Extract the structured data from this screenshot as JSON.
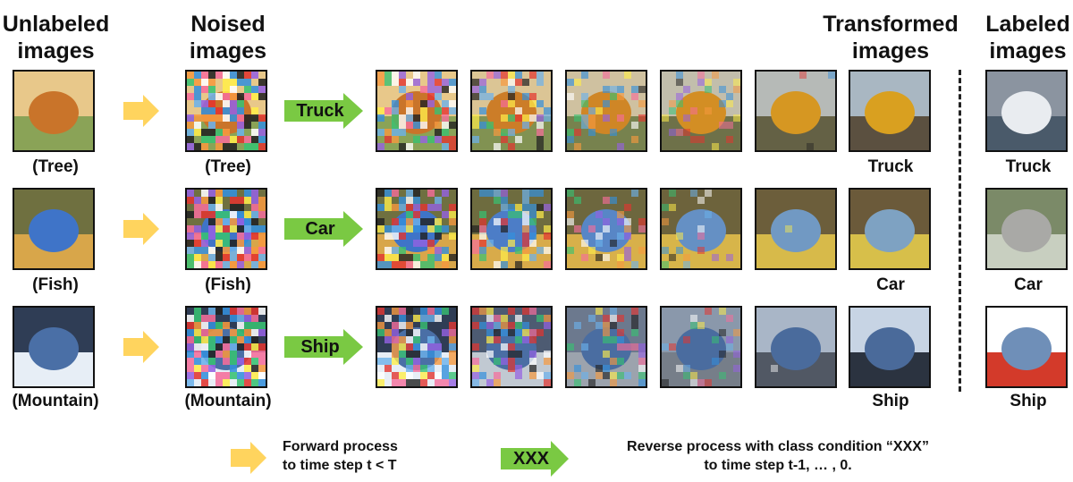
{
  "headers": {
    "unlabeled": [
      "Unlabeled",
      "images"
    ],
    "noised": [
      "Noised",
      "images"
    ],
    "transformed": [
      "Transformed",
      "images"
    ],
    "labeled": [
      "Labeled",
      "images"
    ]
  },
  "rows": [
    {
      "source_label": "(Tree)",
      "noised_label": "(Tree)",
      "condition": "Truck",
      "transformed_label": "Truck",
      "labeled_label": "Truck",
      "source_colors": [
        "#c9742a",
        "#8aa357",
        "#e8c88a"
      ],
      "target_colors": [
        "#d9a020",
        "#5b5040",
        "#a9b7c2"
      ],
      "labeled_colors": [
        "#e9ecf0",
        "#4a5a6a",
        "#8b94a0"
      ]
    },
    {
      "source_label": "(Fish)",
      "noised_label": "(Fish)",
      "condition": "Car",
      "transformed_label": "Car",
      "labeled_label": "Car",
      "source_colors": [
        "#3f74c8",
        "#d8a64a",
        "#6f7040"
      ],
      "target_colors": [
        "#7ea2c2",
        "#d7bf4a",
        "#6b5a3a"
      ],
      "labeled_colors": [
        "#a9a9a6",
        "#c8cfc0",
        "#7b8a68"
      ]
    },
    {
      "source_label": "(Mountain)",
      "noised_label": "(Mountain)",
      "condition": "Ship",
      "transformed_label": "Ship",
      "labeled_label": "Ship",
      "source_colors": [
        "#4a6fa6",
        "#e7eef6",
        "#2f3d55"
      ],
      "target_colors": [
        "#4a6a9a",
        "#2b3340",
        "#c7d4e4"
      ],
      "labeled_colors": [
        "#6f8fb8",
        "#d33a2a",
        "#ffffff"
      ]
    }
  ],
  "legend": {
    "forward_line1": "Forward process",
    "forward_line2": "to time step t < T",
    "reverse_box": "XXX",
    "reverse_line1": "Reverse process with class condition “XXX”",
    "reverse_line2": "to time step t-1, … , 0."
  },
  "colors": {
    "forward_arrow": "#ffd45e",
    "reverse_arrow": "#7ac943"
  }
}
